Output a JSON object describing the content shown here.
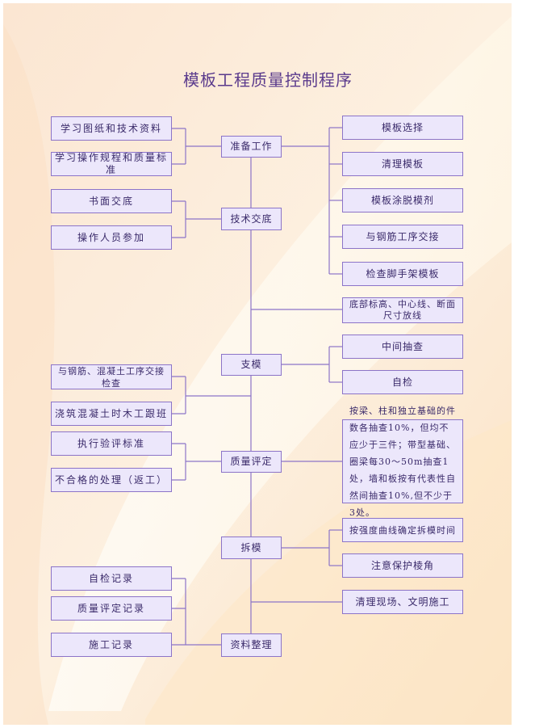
{
  "title": "模板工程质量控制程序",
  "colors": {
    "box_fill": "#ece7fb",
    "box_border": "#8c74c8",
    "text": "#3a2a6a",
    "title": "#5a3a8c",
    "bg_cream": "#fbead6"
  },
  "main_steps": [
    "准备工作",
    "技术交底",
    "支模",
    "质量评定",
    "拆模",
    "资料整理"
  ],
  "left_items": {
    "prep": [
      "学习图纸和技术资料",
      "学习操作规程和质量标准"
    ],
    "tech": [
      "书面交底",
      "操作人员参加"
    ],
    "support": [
      "与钢筋、混凝土工序交接检查",
      "浇筑混凝土时木工跟班"
    ],
    "quality": [
      "执行验评标准",
      "不合格的处理（返工）"
    ],
    "records": [
      "自检记录",
      "质量评定记录",
      "施工记录"
    ]
  },
  "right_items": {
    "prep": [
      "模板选择",
      "清理模板",
      "模板涂脱模剂",
      "与钢筋工序交接",
      "检查脚手架模板"
    ],
    "setting": "底部标高、中心线、断面尺寸放线",
    "support": [
      "中间抽查",
      "自检"
    ],
    "quality_note": "按梁、柱和独立基础的件数各抽查10%，但均不应少于三件；带型基础、圈梁每30～50m抽查1处，墙和板按有代表性自然间抽查10%,但不少于3处。",
    "remove": [
      "按强度曲线确定拆模时间",
      "注意保护棱角"
    ],
    "clean": "清理现场、文明施工"
  }
}
